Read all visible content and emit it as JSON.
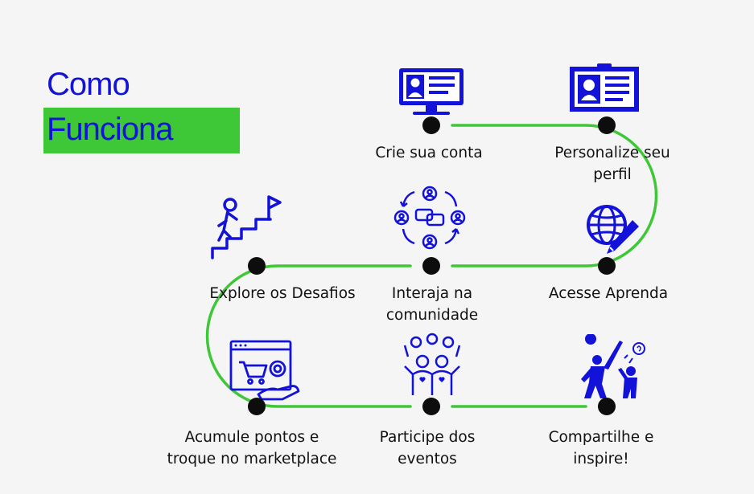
{
  "title": {
    "line1": "Como",
    "line2": "Funciona"
  },
  "colors": {
    "blue": "#1212d9",
    "green": "#3ec737",
    "node": "#0d0d0d"
  },
  "steps": [
    {
      "id": 1,
      "label_lines": [
        "Crie sua conta"
      ],
      "icon": "computer-profile-icon"
    },
    {
      "id": 2,
      "label_lines": [
        "Personalize seu",
        "perfil"
      ],
      "icon": "profile-card-icon"
    },
    {
      "id": 3,
      "label_lines": [
        "Acesse Aprenda"
      ],
      "icon": "globe-pencil-icon"
    },
    {
      "id": 4,
      "label_lines": [
        "Interaja na",
        "comunidade"
      ],
      "icon": "community-chat-icon"
    },
    {
      "id": 5,
      "label_lines": [
        "Explore os Desafios"
      ],
      "icon": "stairs-flag-icon"
    },
    {
      "id": 6,
      "label_lines": [
        "Acumule pontos e",
        "troque no marketplace"
      ],
      "icon": "marketplace-icon"
    },
    {
      "id": 7,
      "label_lines": [
        "Participe dos",
        "eventos"
      ],
      "icon": "event-crowd-icon"
    },
    {
      "id": 8,
      "label_lines": [
        "Compartilhe e",
        "inspire!"
      ],
      "icon": "share-inspire-icon"
    }
  ]
}
